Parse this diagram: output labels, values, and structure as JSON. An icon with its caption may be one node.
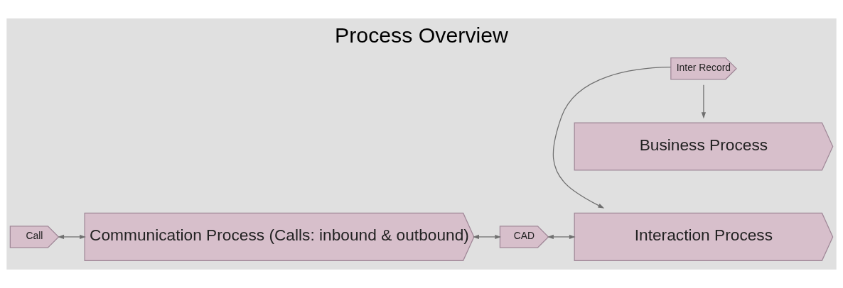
{
  "diagram": {
    "title": "Process Overview",
    "nodes": [
      {
        "text": [
          "Call"
        ]
      },
      {
        "text": [
          "Communication Process (Calls: inbound & outbound)"
        ]
      },
      {
        "text": [
          "CAD"
        ]
      },
      {
        "text": [
          "Interaction Process"
        ]
      },
      {
        "text": [
          "Inter Record"
        ]
      },
      {
        "text": [
          "Business Process"
        ]
      }
    ],
    "edges": [
      {
        "from": 0,
        "to": 1,
        "arrow": "both"
      },
      {
        "from": 1,
        "to": 2,
        "arrow": "both"
      },
      {
        "from": 2,
        "to": 3,
        "arrow": "both"
      },
      {
        "from": 4,
        "to": 3,
        "arrow": "to"
      },
      {
        "from": 4,
        "to": 5,
        "arrow": "to"
      }
    ]
  }
}
